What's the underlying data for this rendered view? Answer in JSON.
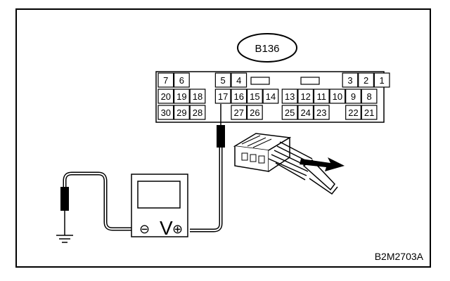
{
  "connector": {
    "code": "B136",
    "rows": [
      [
        "7",
        "6",
        "",
        "",
        "5",
        "4",
        "",
        "",
        "",
        "",
        "",
        "",
        "",
        "3",
        "2",
        "1"
      ],
      [
        "20",
        "19",
        "18",
        "",
        "17",
        "16",
        "15",
        "14",
        "13",
        "12",
        "11",
        "10",
        "9",
        "8"
      ],
      [
        "30",
        "29",
        "28",
        "",
        "",
        "27",
        "26",
        "",
        "25",
        "24",
        "23",
        "",
        "22",
        "21"
      ]
    ]
  },
  "meter": {
    "symbol": "V",
    "negative_symbol": "⊖",
    "positive_symbol": "⊕"
  },
  "figure_code": "B2M2703A"
}
